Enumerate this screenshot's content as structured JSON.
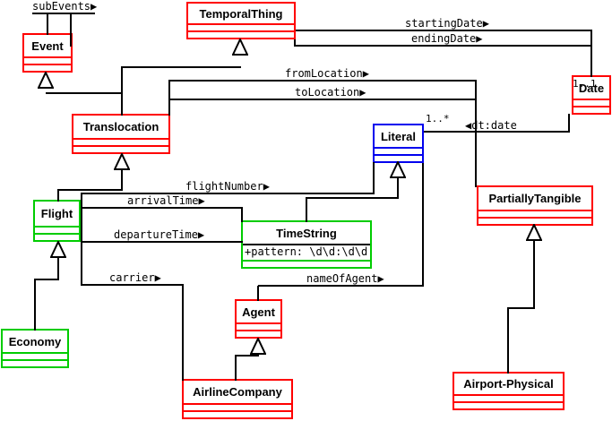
{
  "colors": {
    "class_red": "#ff0000",
    "class_green": "#00cc00",
    "class_blue": "#0000ee",
    "line_black": "#000000",
    "background": "#ffffff"
  },
  "classes": [
    {
      "name": "Event",
      "color": "red"
    },
    {
      "name": "TemporalThing",
      "color": "red"
    },
    {
      "name": "Translocation",
      "color": "red"
    },
    {
      "name": "Date",
      "color": "red"
    },
    {
      "name": "Literal",
      "color": "blue"
    },
    {
      "name": "Flight",
      "color": "green"
    },
    {
      "name": "TimeString",
      "color": "green",
      "attribute": "+pattern: \\d\\d:\\d\\d"
    },
    {
      "name": "PartiallyTangible",
      "color": "red"
    },
    {
      "name": "Agent",
      "color": "red"
    },
    {
      "name": "Economy",
      "color": "green"
    },
    {
      "name": "AirlineCompany",
      "color": "red"
    },
    {
      "name": "Airport-Physical",
      "color": "red"
    }
  ],
  "labels": {
    "subEvents": "subEvents▶",
    "startingDate": "startingDate▶",
    "endingDate": "endingDate▶",
    "fromLocation": "fromLocation▶",
    "toLocation": "toLocation▶",
    "flightNumber": "flightNumber▶",
    "arrivalTime": "arrivalTime▶",
    "departureTime": "departureTime▶",
    "carrier": "carrier▶",
    "nameOfAgent": "nameOfAgent▶",
    "dtDate": "◀dt:date"
  },
  "multiplicities": {
    "literal": "1..*",
    "date": "1..1"
  }
}
